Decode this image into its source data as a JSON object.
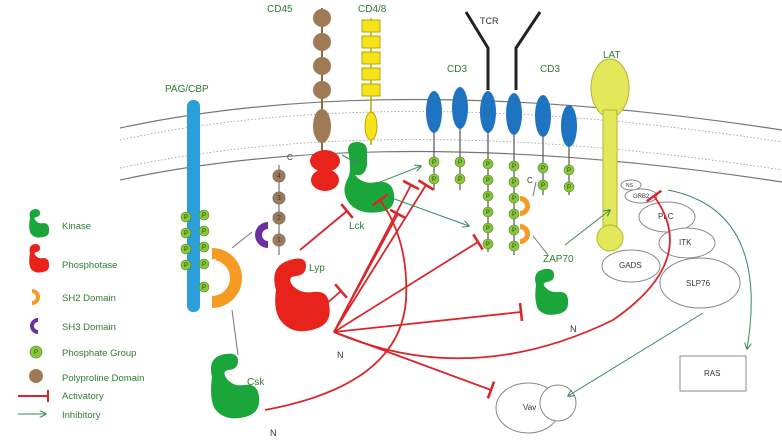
{
  "labels": {
    "cd45": "CD45",
    "cd48": "CD4/8",
    "tcr": "TCR",
    "cd3_left": "CD3",
    "cd3_right": "CD3",
    "lat": "LAT",
    "pag": "PAG/CBP",
    "c_top": "C",
    "c_zap": "C",
    "lck": "Lck",
    "lyp": "Lyp",
    "n_lyp": "N",
    "csk": "Csk",
    "n_csk": "N",
    "zap70": "ZAP70",
    "n_zap": "N",
    "vav": "Vav",
    "ras": "RAS",
    "grb2": "GRB2",
    "ns": "NS",
    "plc": "PLC",
    "itk": "ITK",
    "gads": "GADS",
    "slp76": "SLP76",
    "prp_4": "4",
    "prp_3": "3",
    "prp_2": "2",
    "prp_1": "1"
  },
  "legend": [
    {
      "label": "Kinase"
    },
    {
      "label": "Phosphotase"
    },
    {
      "label": "SH2 Domain"
    },
    {
      "label": "SH3 Domain"
    },
    {
      "label": "Phosphate Group"
    },
    {
      "label": "Polyproline Domain"
    },
    {
      "label": "Activatory"
    },
    {
      "label": "Inhibitory"
    }
  ],
  "phosphate_symbol": "P",
  "colors": {
    "kinase": "#1aa63a",
    "phosphatase": "#e8231c",
    "sh2": "#f59a23",
    "sh3": "#6b2fa0",
    "phosphate": "#8cc63f",
    "polyproline": "#a07a55",
    "cd3": "#1f74c1",
    "pag": "#2b9fd9",
    "cd48": "#f5e21b",
    "lat": "#e2e85a",
    "activatory_line": "#d9262a",
    "inhibitory_line": "#3a8a5a"
  }
}
